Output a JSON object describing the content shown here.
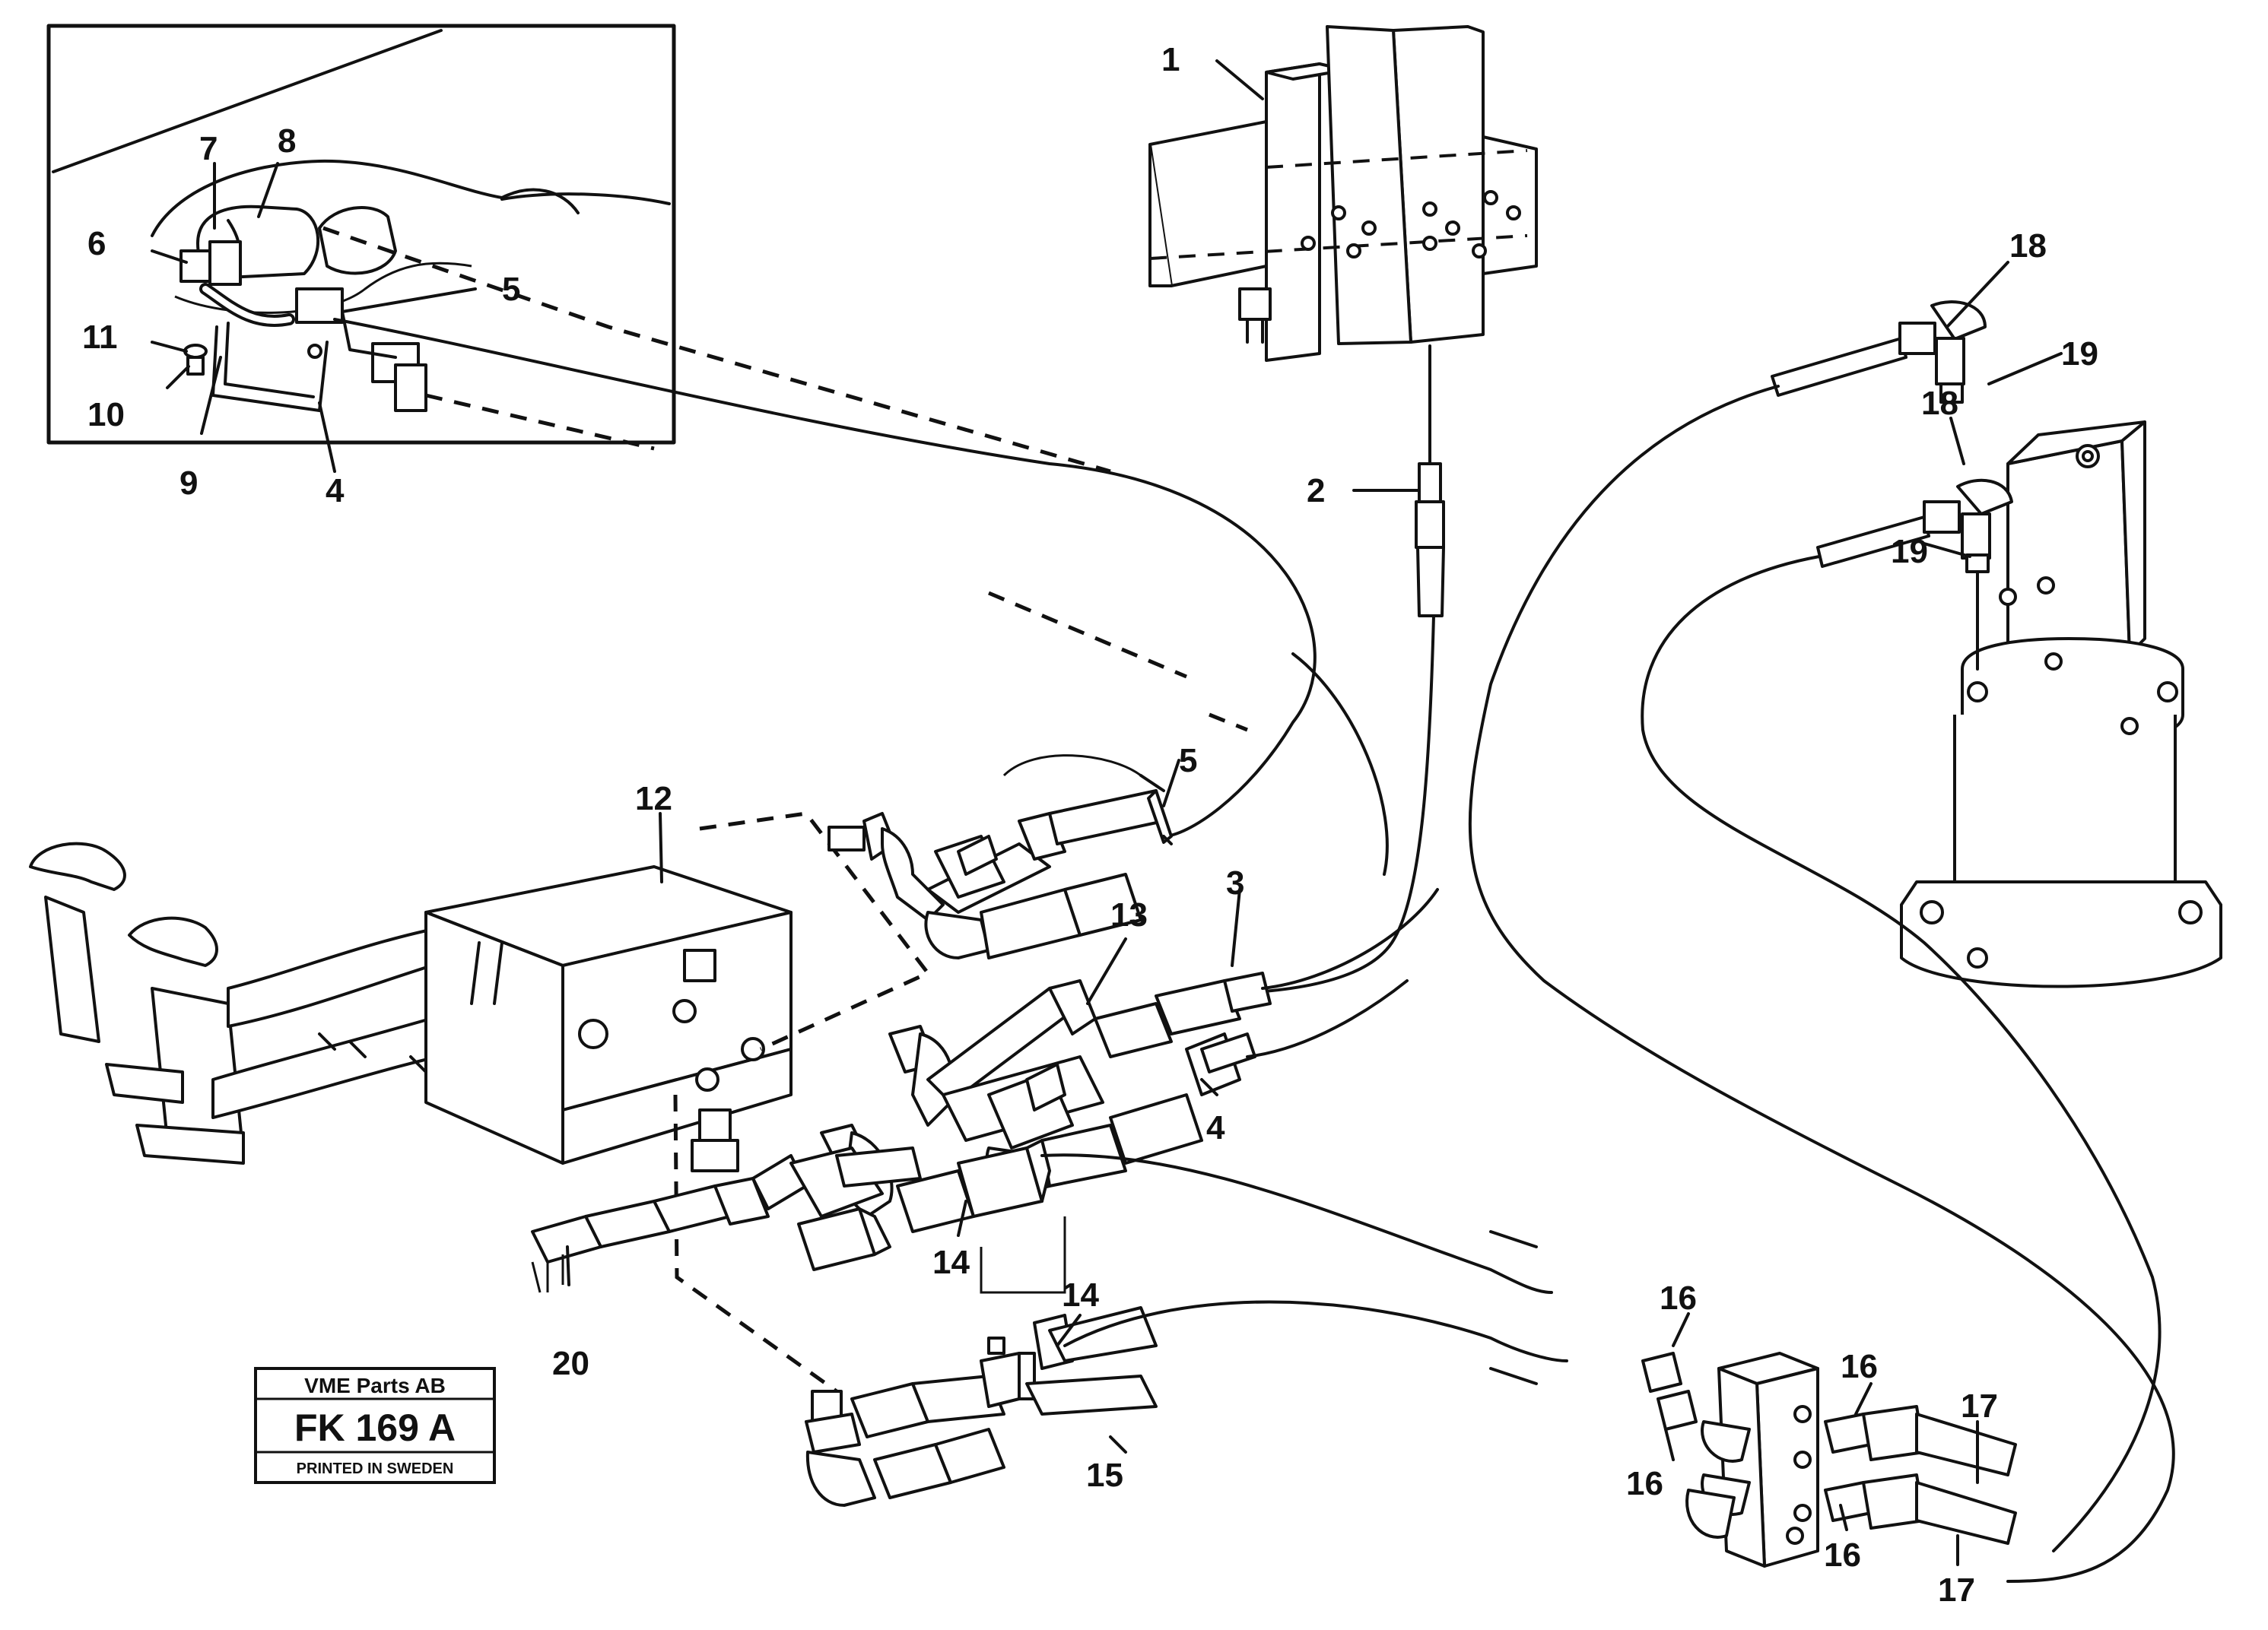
{
  "callouts": [
    "1",
    "2",
    "3",
    "4",
    "4",
    "5",
    "5",
    "6",
    "7",
    "8",
    "9",
    "10",
    "11",
    "12",
    "13",
    "14",
    "14",
    "15",
    "16",
    "16",
    "16",
    "16",
    "17",
    "17",
    "18",
    "18",
    "19",
    "19",
    "20"
  ],
  "stamp": {
    "company": "VME Parts AB",
    "code": "FK 169 A",
    "printed": "PRINTED IN SWEDEN"
  }
}
